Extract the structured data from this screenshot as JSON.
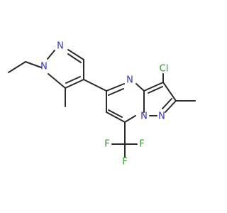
{
  "colors": {
    "bond": "#2b2b2b",
    "nitrogen": "#3333cc",
    "chlorine": "#22a022",
    "fluorine": "#2c9a2c",
    "background": "#ffffff"
  },
  "atoms": {
    "n_pyrazole_ethyl": "N",
    "n_pyrazole_imine": "N",
    "n_pyrimidine": "N",
    "n_bridgehead": "N",
    "n_pyrazole_fused": "N",
    "chlorine": "Cl",
    "fluorine_left": "F",
    "fluorine_right": "F",
    "fluorine_bottom": "F"
  }
}
